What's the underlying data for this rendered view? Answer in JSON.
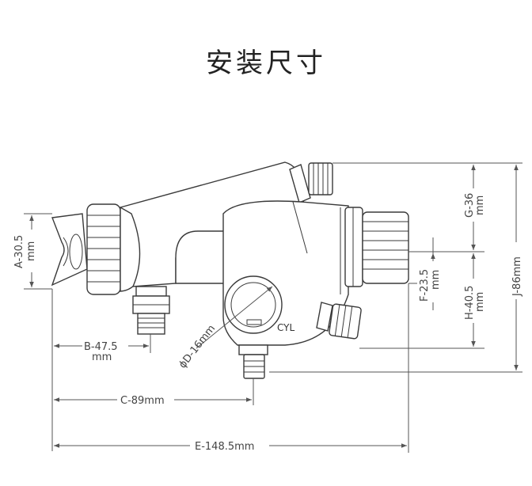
{
  "title": "安装尺寸",
  "labels": {
    "cyl": "CYL",
    "diameter": "ϕD-16mm"
  },
  "dimensions": {
    "a": {
      "value": "A-30.5",
      "unit": "mm"
    },
    "b": {
      "value": "B-47.5",
      "unit": "mm"
    },
    "c": "C-89mm",
    "e": "E-148.5mm",
    "f": {
      "value": "F-23.5",
      "unit": "mm"
    },
    "g": {
      "value": "G-36",
      "unit": "mm"
    },
    "h": {
      "value": "H-40.5",
      "unit": "mm"
    },
    "j": "J-86mm"
  },
  "colors": {
    "line": "#3a3a3a",
    "text": "#333333"
  }
}
